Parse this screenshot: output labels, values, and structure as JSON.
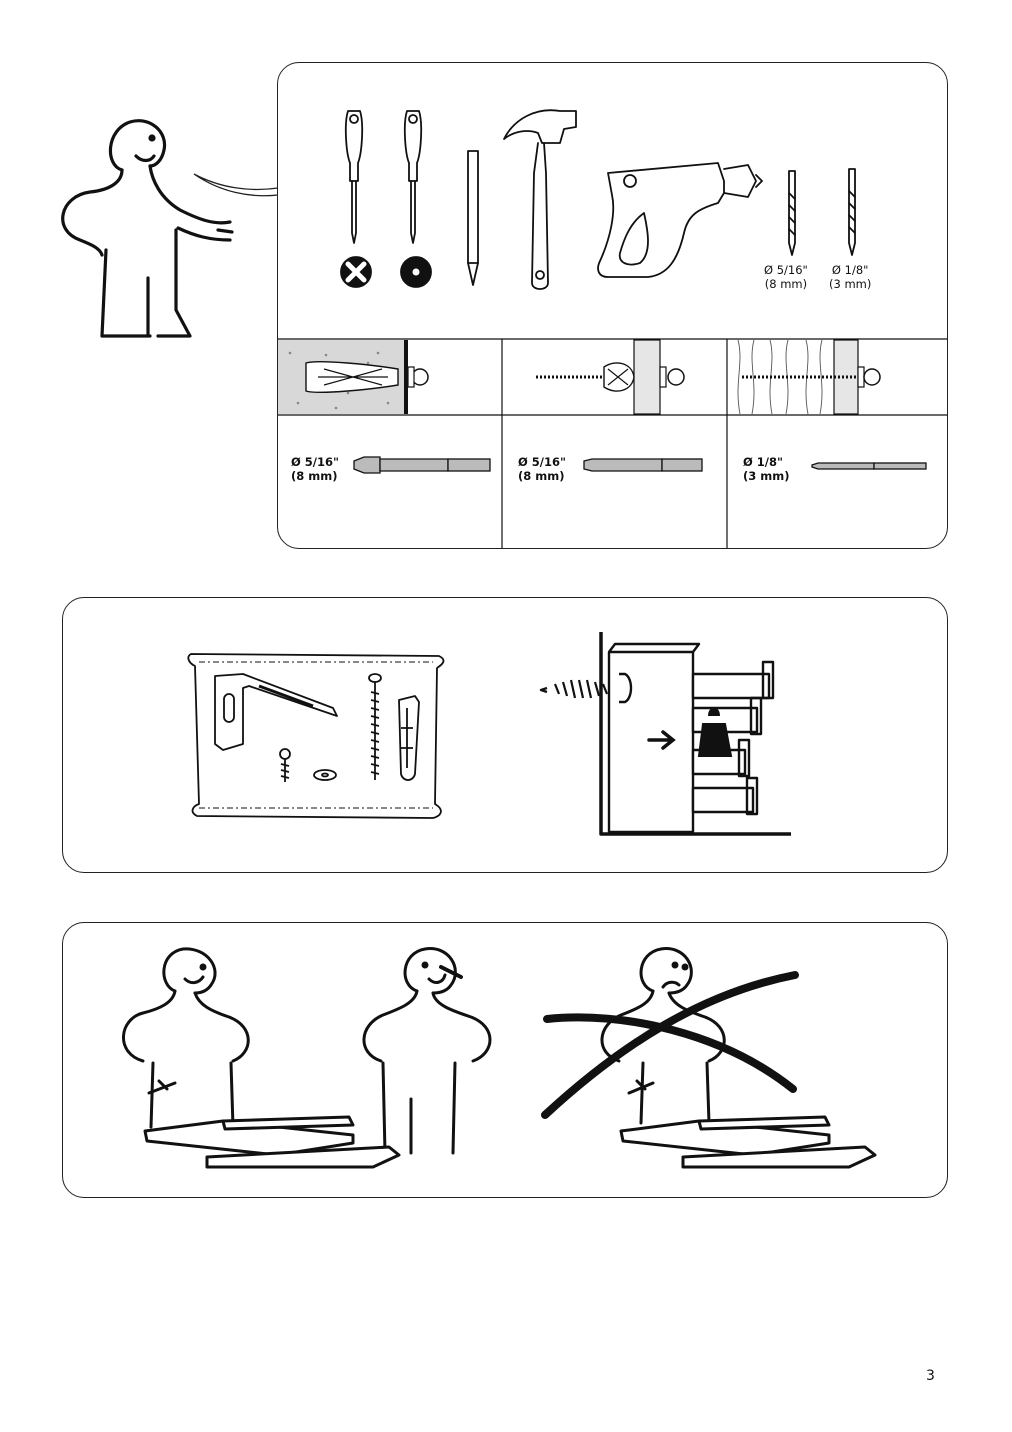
{
  "page": {
    "number": "3"
  },
  "tools_panel": {
    "drill_bit_sizes": [
      {
        "diameter": "Ø 5/16\"",
        "metric": "(8 mm)"
      },
      {
        "diameter": "Ø 1/8\"",
        "metric": "(3 mm)"
      }
    ],
    "wall_types": [
      {
        "bit_diameter": "Ø 5/16\"",
        "bit_metric": "(8 mm)"
      },
      {
        "bit_diameter": "Ø 5/16\"",
        "bit_metric": "(8 mm)"
      },
      {
        "bit_diameter": "Ø 1/8\"",
        "bit_metric": "(3 mm)"
      }
    ],
    "icons": [
      "phillips-screwdriver-icon",
      "flathead-screwdriver-icon",
      "pencil-icon",
      "hammer-icon",
      "drill-icon",
      "drill-bit-icon"
    ]
  },
  "wall_panel": {
    "icons": [
      "hardware-bag-icon",
      "wall-anchor-diagram-icon",
      "weight-icon",
      "arrow-right-icon"
    ]
  },
  "help_panel": {
    "icons": [
      "two-person-assembly-icon",
      "one-person-crossed-out-icon"
    ]
  }
}
